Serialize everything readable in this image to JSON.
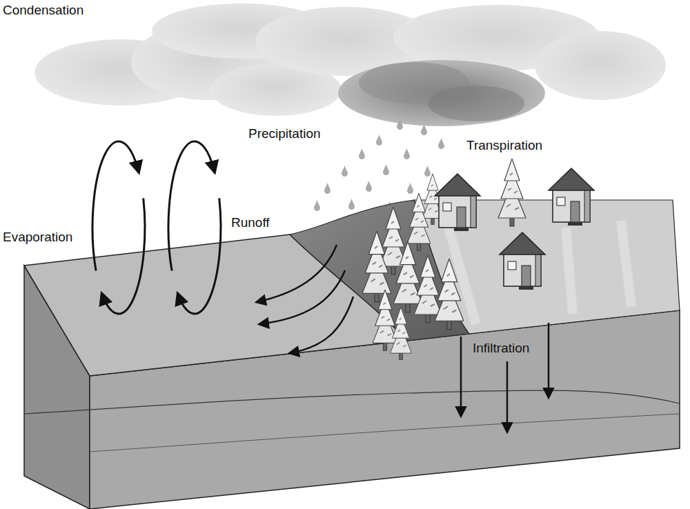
{
  "diagram": {
    "labels": [
      "Condensation",
      "Precipitation",
      "Transpiration",
      "Evaporation",
      "Runoff",
      "Infiltration"
    ]
  }
}
